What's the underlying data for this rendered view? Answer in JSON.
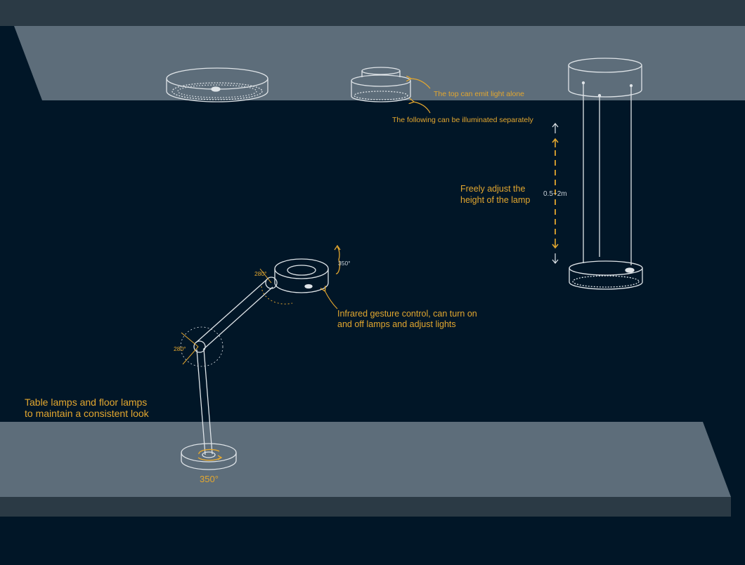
{
  "colors": {
    "background": "#011627",
    "ceiling_top": "#2b3a45",
    "ceiling_face": "#5d6d7a",
    "floor_face": "#5d6d7a",
    "floor_edge": "#2b3a45",
    "line": "#dfe4e8",
    "accent": "#e3a72f"
  },
  "labels": {
    "top_emit": "The top can emit light alone",
    "bottom_separate": "The following can be illuminated separately",
    "height_line1": "Freely adjust the",
    "height_line2": "height of the lamp",
    "height_range": "0.5~2m",
    "gesture_line1": "Infrared gesture control, can turn on",
    "gesture_line2": "and off lamps and adjust lights",
    "table_line1": "Table lamps and floor lamps",
    "table_line2": "to maintain a consistent look",
    "base_rotation": "350°",
    "head_rotation": "350°",
    "upper_joint_angle": "280°",
    "lower_joint_angle": "280°"
  },
  "icons": [
    "curved-arrow-icon",
    "rotation-arrow-icon",
    "up-arrow-icon",
    "down-arrow-icon",
    "sensor-icon"
  ]
}
